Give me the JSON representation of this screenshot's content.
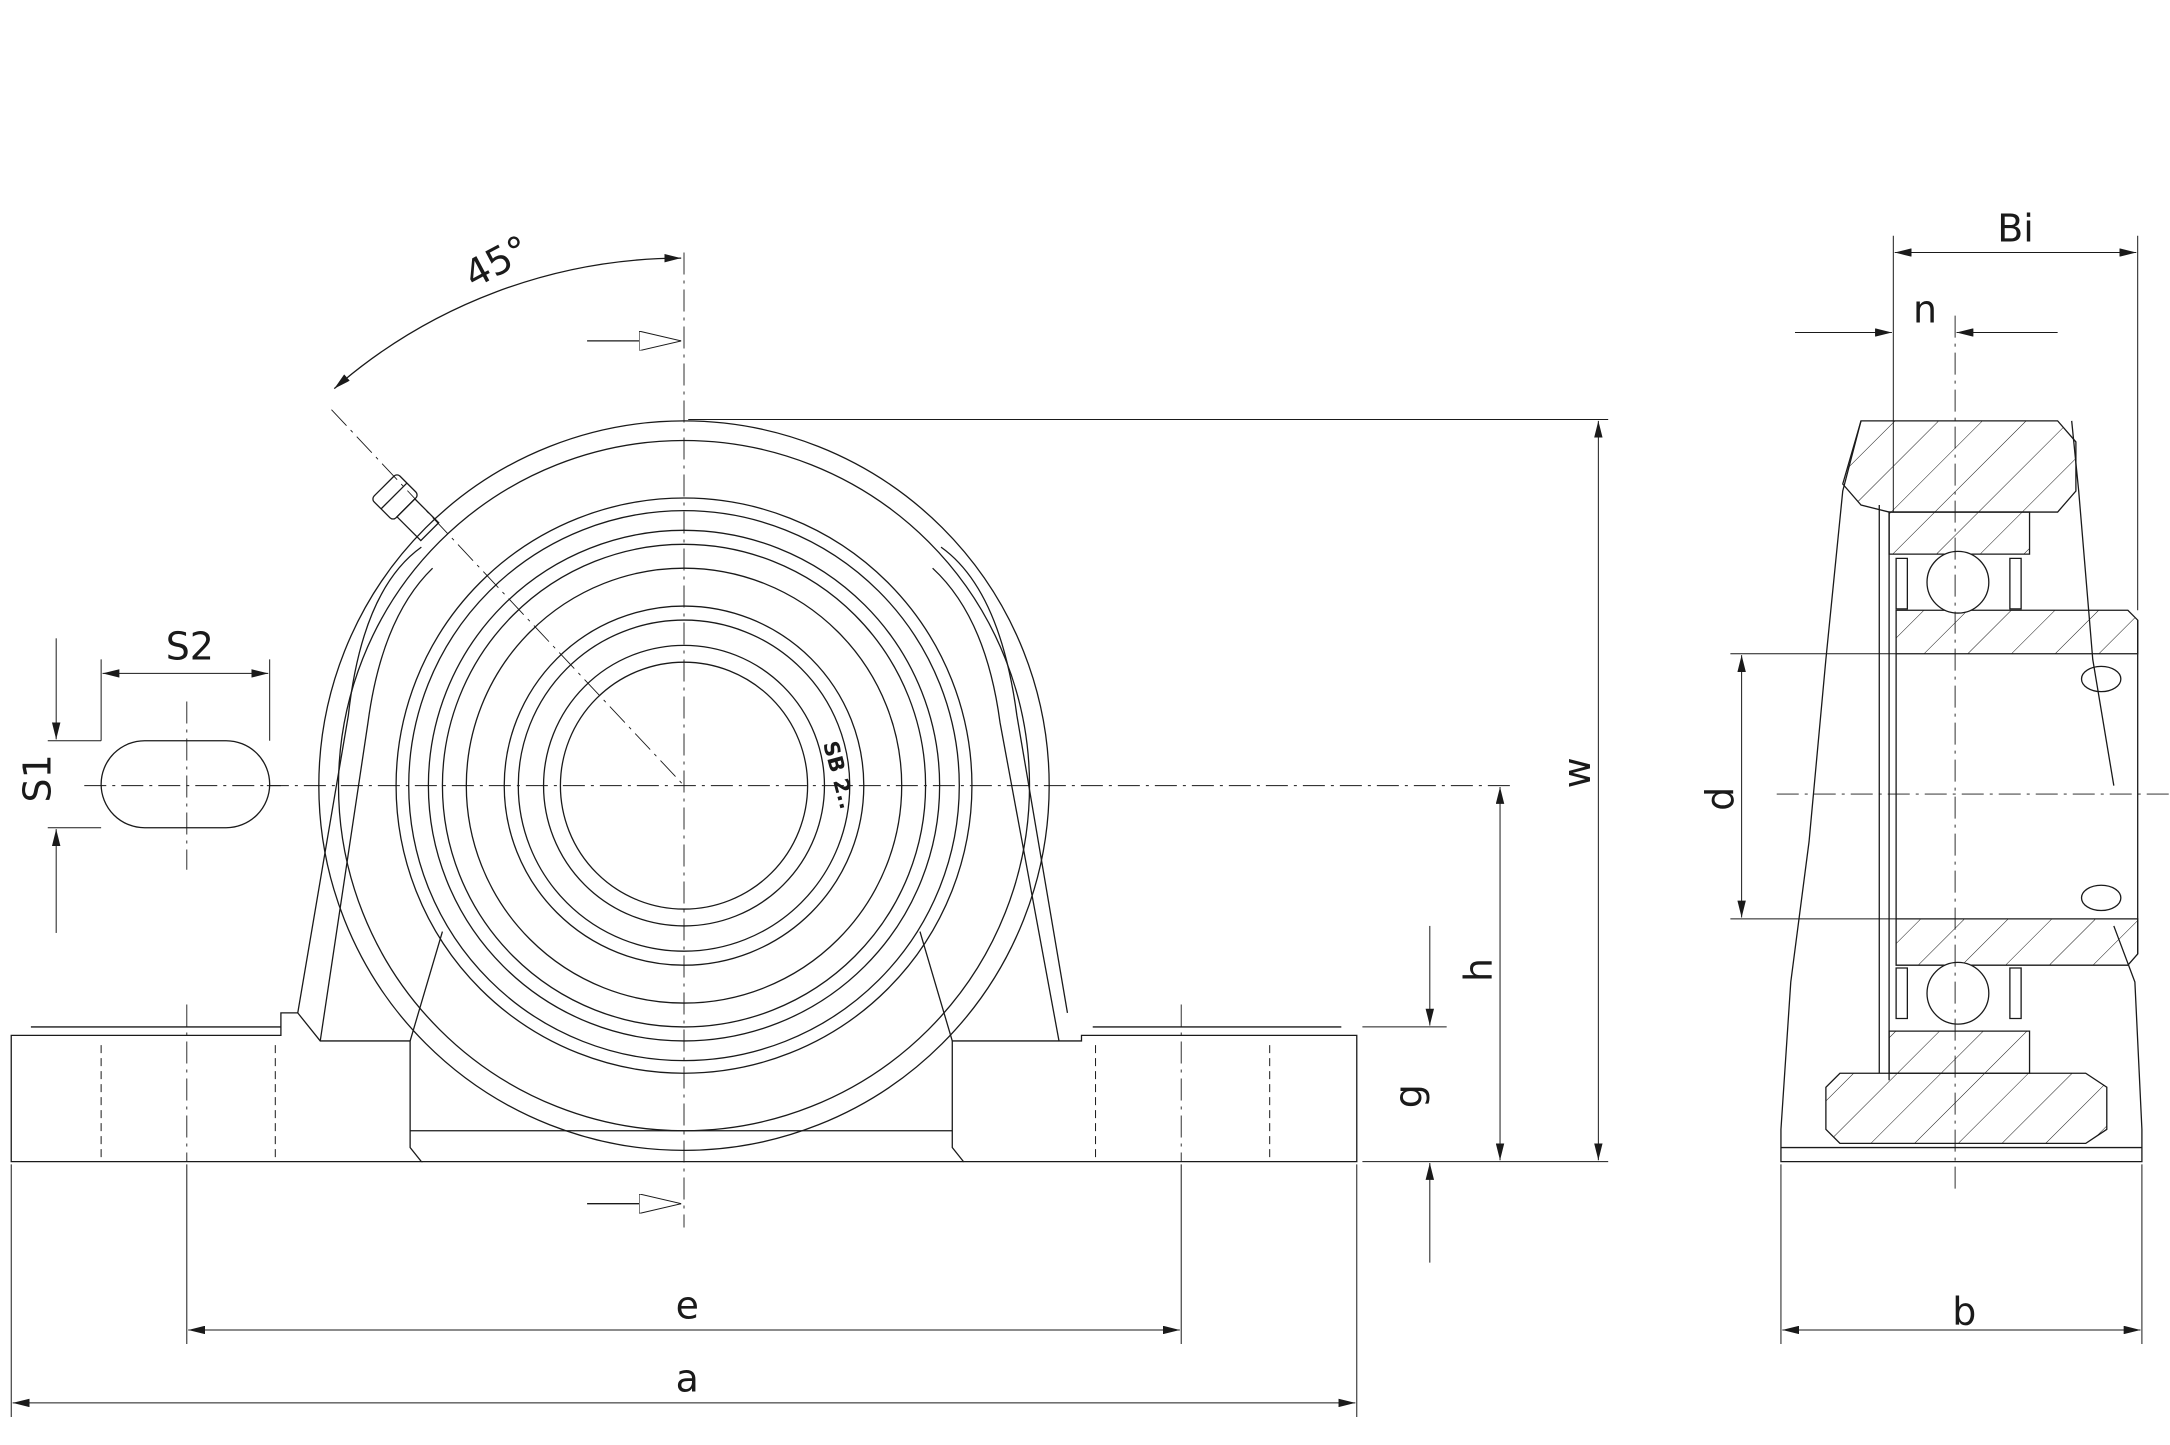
{
  "drawing": {
    "colors": {
      "line": "#1a1a1a",
      "background": "#ffffff",
      "hatch": "#1a1a1a"
    },
    "labels": {
      "angle": "45°",
      "S2": "S2",
      "S1": "S1",
      "w": "w",
      "h": "h",
      "g": "g",
      "e": "e",
      "a": "a",
      "Bi": "Bi",
      "n": "n",
      "d": "d",
      "b": "b"
    },
    "marking": "SB 2.."
  }
}
